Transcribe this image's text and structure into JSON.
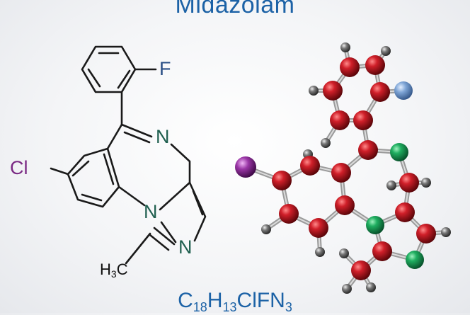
{
  "title": "Midazolam",
  "formula": {
    "c": "C",
    "c_n": "18",
    "h": "H",
    "h_n": "13",
    "rest": "ClFN",
    "n_n": "3"
  },
  "structure": {
    "atom_f": "F",
    "atom_cl": "Cl",
    "atom_n_imine": "N",
    "atom_n_bridge": "N",
    "atom_n_ring": "N",
    "methyl": "H",
    "methyl_n": "3",
    "methyl_c": "C"
  },
  "colors": {
    "title": "#1c62a6",
    "carbon": "#b4141e",
    "nitrogen": "#1d9a57",
    "fluorine": "#6f96c8",
    "chlorine": "#8c2f96",
    "hydrogen": "#6a6a6a",
    "bond": "#1a1a1a"
  }
}
